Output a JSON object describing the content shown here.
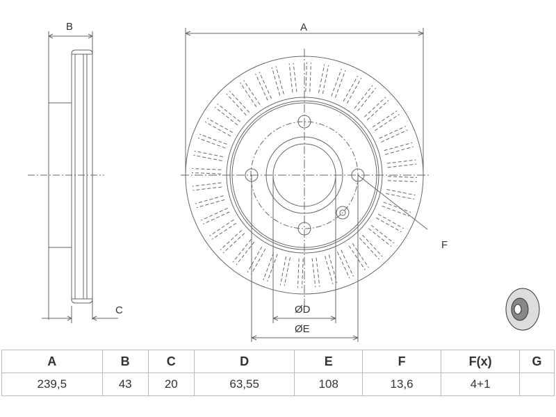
{
  "drawing": {
    "labels": {
      "A": "A",
      "B": "B",
      "C": "C",
      "D": "ØD",
      "E": "ØE",
      "F": "F"
    }
  },
  "table": {
    "headers": [
      "A",
      "B",
      "C",
      "D",
      "E",
      "F",
      "F(x)",
      "G"
    ],
    "values": [
      "239,5",
      "43",
      "20",
      "63,55",
      "108",
      "13,6",
      "4+1",
      ""
    ]
  }
}
